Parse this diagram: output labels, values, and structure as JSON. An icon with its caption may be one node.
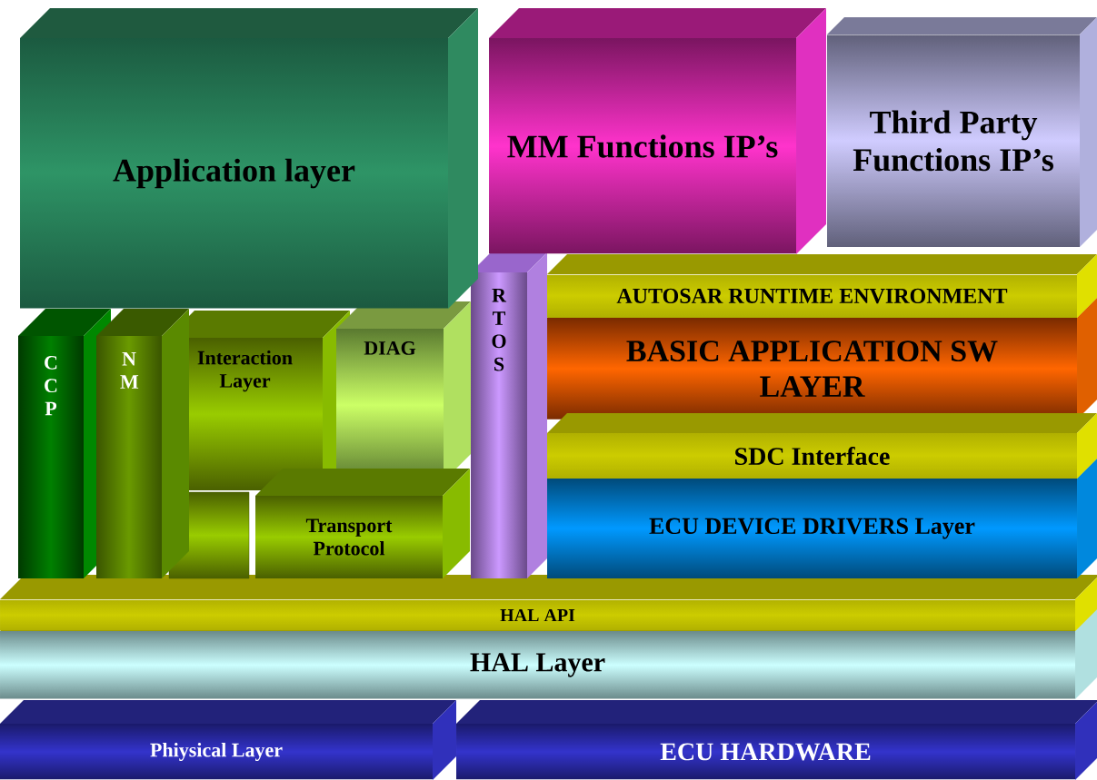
{
  "diagram": {
    "nodes": [
      {
        "text": [
          "Application layer"
        ]
      },
      {
        "text": [
          "MM Functions IP’s"
        ]
      },
      {
        "text": [
          "Third Party Functions IP’s"
        ]
      },
      {
        "text": [
          "R T O S"
        ]
      },
      {
        "text": [
          "AUTOSAR RUNTIME ENVIRONMENT"
        ]
      },
      {
        "text": [
          "BASIC APPLICATION SW LAYER"
        ]
      },
      {
        "text": [
          "C C P"
        ]
      },
      {
        "text": [
          "N M"
        ]
      },
      {
        "text": [
          "Interaction Layer"
        ]
      },
      {
        "text": [
          "DIAG"
        ]
      },
      {
        "text": [
          "SDC Interface"
        ]
      },
      {
        "text": [
          "ECU DEVICE DRIVERS Layer"
        ]
      },
      {
        "text": [],
        "shape": "box"
      },
      {
        "text": [
          "Transport Protocol"
        ]
      },
      {
        "text": [
          "HAL API"
        ]
      },
      {
        "text": [
          "HAL Layer"
        ]
      },
      {
        "text": [
          "Phiysical Layer"
        ]
      },
      {
        "text": [
          "ECU HARDWARE"
        ]
      }
    ]
  }
}
